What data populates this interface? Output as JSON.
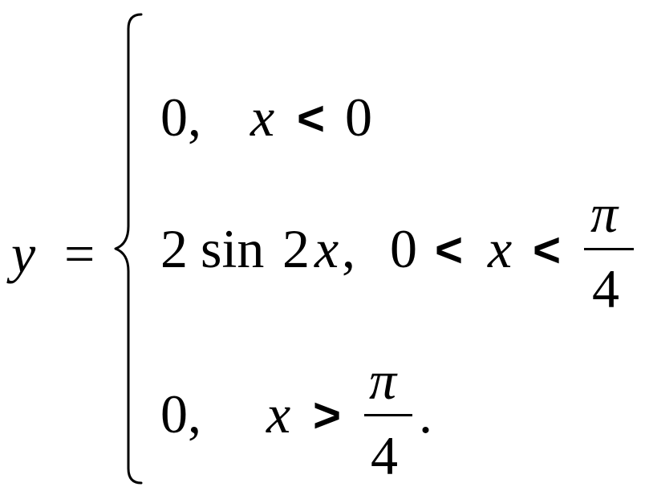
{
  "formula": {
    "lhs": {
      "variable": "y",
      "equals": "="
    },
    "cases": [
      {
        "value": "0,",
        "condition": {
          "variable": "x",
          "relation": "<",
          "bound": "0"
        }
      },
      {
        "value": {
          "coefficient": "2",
          "function": "sin",
          "argument_number": "2",
          "argument_variable": "x",
          "comma": ","
        },
        "condition": {
          "lower": "0",
          "relation_left": "<",
          "variable": "x",
          "relation_right": "<",
          "bound": {
            "numerator": "π",
            "denominator": "4"
          }
        }
      },
      {
        "value": "0,",
        "condition": {
          "variable": "x",
          "relation": ">",
          "bound": {
            "numerator": "π",
            "denominator": "4"
          },
          "terminator": "."
        }
      }
    ]
  },
  "colors": {
    "ink": "#000000",
    "background": "#ffffff"
  }
}
